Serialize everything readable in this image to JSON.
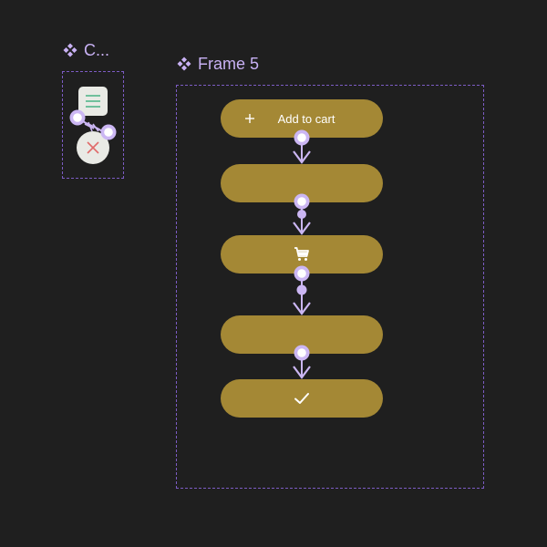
{
  "canvas": {
    "background": "#1f1f1f"
  },
  "component_frame": {
    "label": "C...",
    "icon": "component-diamond-icon",
    "list_card_icon": "list-lines-icon",
    "close_circle_icon": "close-x-icon"
  },
  "main_frame": {
    "label": "Frame 5",
    "icon": "component-diamond-icon"
  },
  "steps": [
    {
      "label": "Add to cart",
      "icon": "plus-icon"
    },
    {
      "label": "",
      "icon": ""
    },
    {
      "label": "",
      "icon": "cart-icon"
    },
    {
      "label": "",
      "icon": ""
    },
    {
      "label": "",
      "icon": "check-icon"
    }
  ],
  "colors": {
    "accent": "#c8b1f4",
    "dashed_border": "#7c5cc4",
    "pill": "#a48835",
    "pill_text": "#ffffff",
    "connector": "#cbb6f3",
    "list_icon": "#53b58a",
    "close_icon": "#e06a6a",
    "card": "#e9eae5"
  }
}
